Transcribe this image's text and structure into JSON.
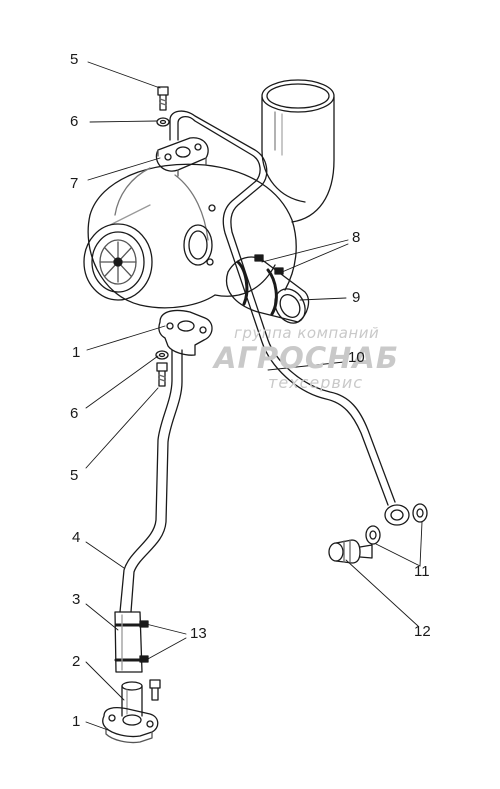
{
  "callouts": [
    {
      "key": "c1",
      "text": "5"
    },
    {
      "key": "c2",
      "text": "6"
    },
    {
      "key": "c3",
      "text": "7"
    },
    {
      "key": "c4",
      "text": "8"
    },
    {
      "key": "c5",
      "text": "9"
    },
    {
      "key": "c6",
      "text": "1"
    },
    {
      "key": "c7",
      "text": "10"
    },
    {
      "key": "c8",
      "text": "6"
    },
    {
      "key": "c9",
      "text": "5"
    },
    {
      "key": "c10",
      "text": "4"
    },
    {
      "key": "c11",
      "text": "3"
    },
    {
      "key": "c12",
      "text": "13"
    },
    {
      "key": "c13",
      "text": "2"
    },
    {
      "key": "c14",
      "text": "1"
    },
    {
      "key": "c15",
      "text": "11"
    },
    {
      "key": "c16",
      "text": "12"
    }
  ],
  "watermark": {
    "line1": "группа компаний",
    "line2": "АГРОСНАБ",
    "line3": "техсервис"
  }
}
